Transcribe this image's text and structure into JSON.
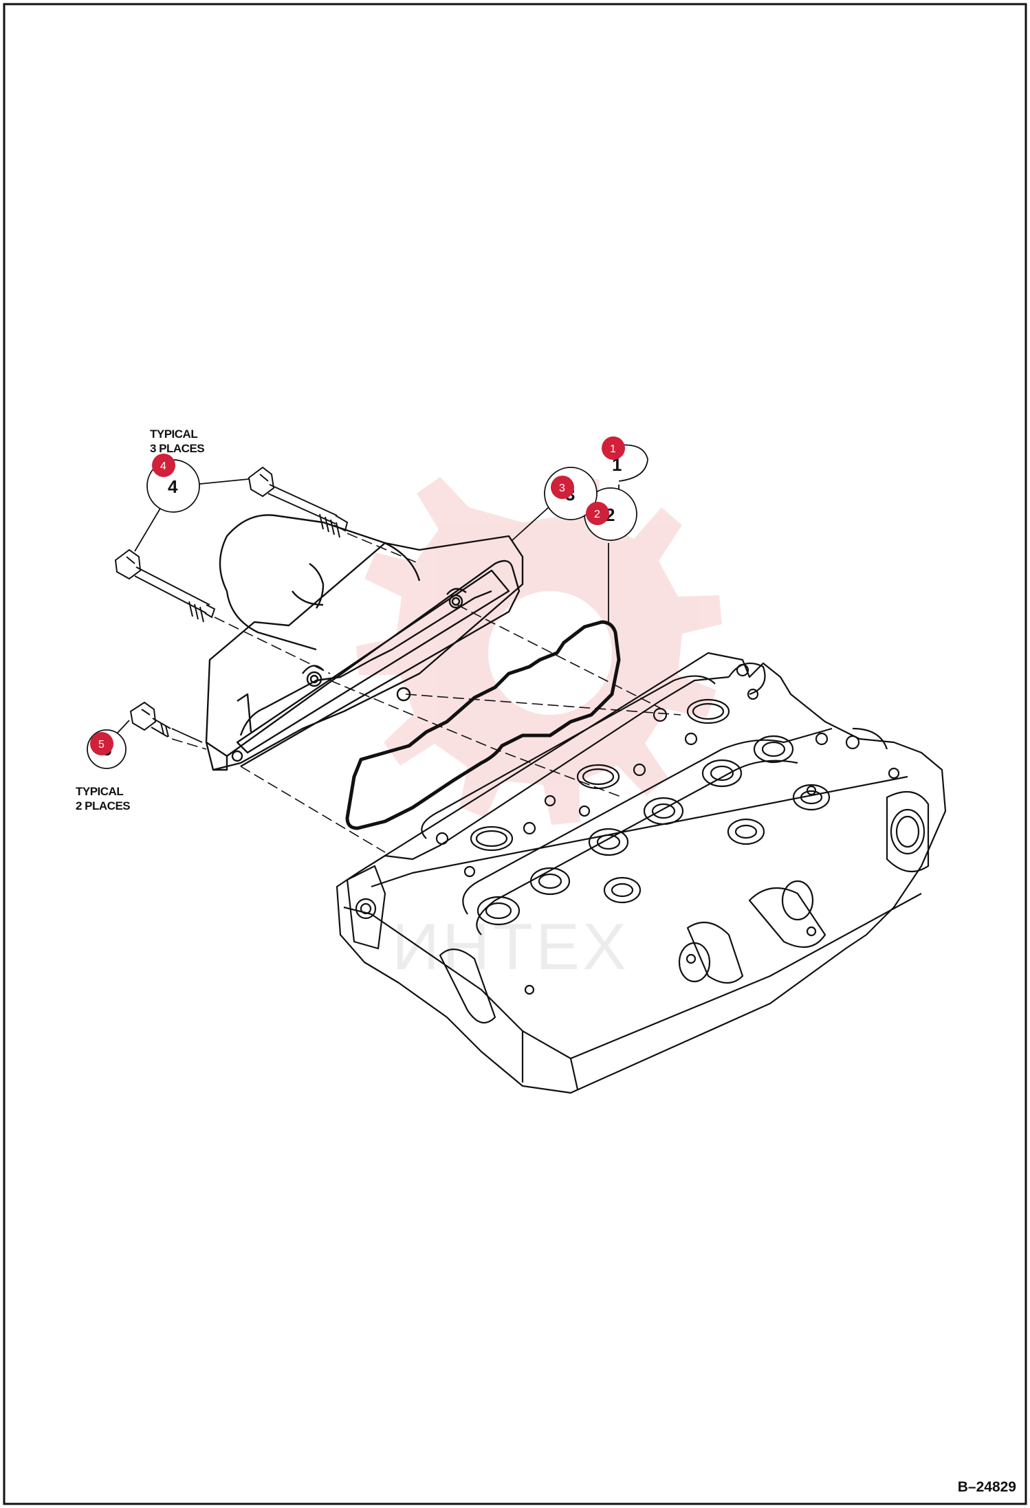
{
  "drawing_number": "B–24829",
  "watermark_text": "ИНТЕХ",
  "notes": {
    "bolts_long": "TYPICAL\n3 PLACES",
    "bolts_short": "TYPICAL\n2 PLACES"
  },
  "item_callouts": [
    {
      "id": "1",
      "label": "1"
    },
    {
      "id": "2",
      "label": "2"
    },
    {
      "id": "3",
      "label": "3"
    },
    {
      "id": "4",
      "label": "4"
    },
    {
      "id": "5",
      "label": "5"
    }
  ],
  "hotspots": [
    {
      "id": "1",
      "label": "1"
    },
    {
      "id": "2",
      "label": "2"
    },
    {
      "id": "3",
      "label": "3"
    },
    {
      "id": "4",
      "label": "4"
    },
    {
      "id": "5",
      "label": "5"
    }
  ],
  "colors": {
    "line": "#111111",
    "hotspot": "#d0203a",
    "watermark": "#e02020"
  }
}
